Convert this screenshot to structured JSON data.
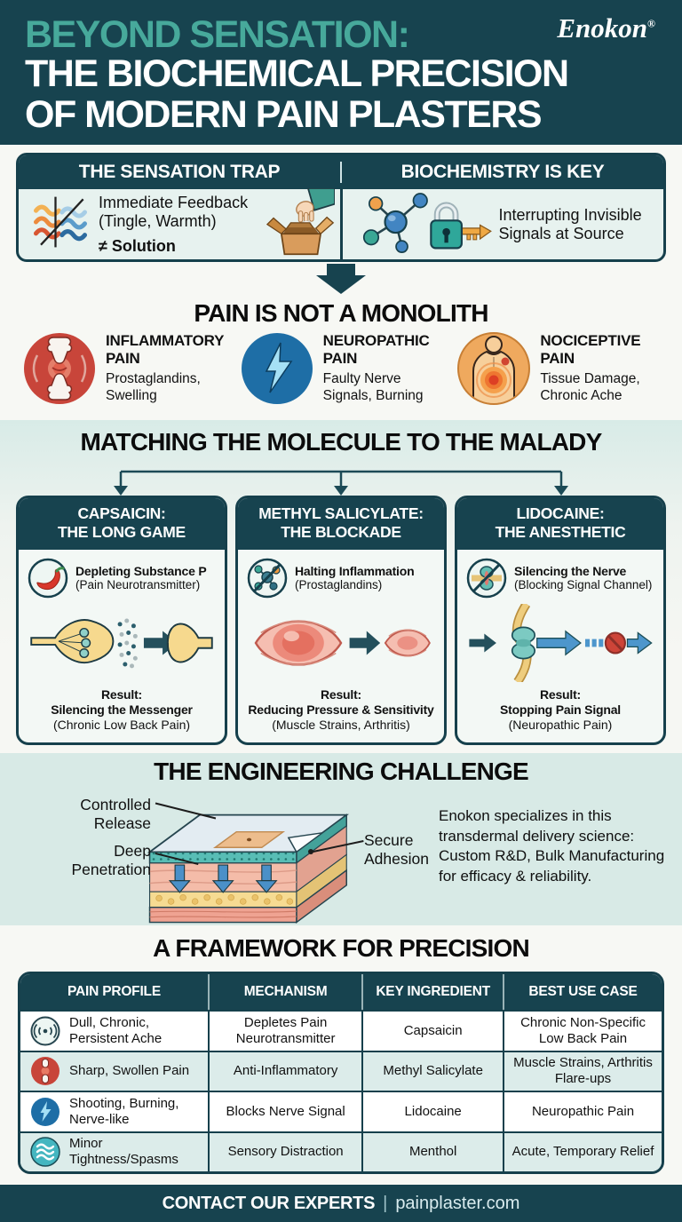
{
  "header": {
    "accent": "BEYOND SENSATION:",
    "line2": "THE BIOCHEMICAL PRECISION",
    "line3": "OF MODERN PAIN PLASTERS",
    "brand": "Enokon",
    "reg": "®"
  },
  "trap": {
    "left_title": "THE SENSATION TRAP",
    "right_title": "BIOCHEMISTRY IS KEY",
    "left_text1": "Immediate Feedback",
    "left_text2": "(Tingle, Warmth)",
    "left_text3": "≠ Solution",
    "right_text1": "Interrupting Invisible",
    "right_text2": "Signals at Source",
    "left_icon": "waves-slash-icon",
    "left_illustration": "hand-box-icon",
    "right_icon": "molecule-lock-key-icon"
  },
  "monolith": {
    "title": "PAIN IS NOT A MONOLITH",
    "items": [
      {
        "icon": "joint-icon",
        "title": "INFLAMMATORY PAIN",
        "sub": "Prostaglandins, Swelling"
      },
      {
        "icon": "lightning-icon",
        "title": "NEUROPATHIC PAIN",
        "sub": "Faulty Nerve Signals, Burning"
      },
      {
        "icon": "body-pain-icon",
        "title": "NOCICEPTIVE PAIN",
        "sub": "Tissue Damage, Chronic Ache"
      }
    ]
  },
  "molecule_section": {
    "title": "MATCHING THE MOLECULE TO THE MALADY",
    "cards": [
      {
        "header1": "CAPSAICIN:",
        "header2": "THE LONG GAME",
        "icon": "chili-pepper-icon",
        "point_bold": "Depleting Substance P",
        "point_sub": "(Pain Neurotransmitter)",
        "illustration": "nerve-terminal-illustration",
        "result_label": "Result:",
        "result_bold": "Silencing the Messenger",
        "result_sub": "(Chronic Low Back Pain)"
      },
      {
        "header1": "METHYL SALICYLATE:",
        "header2": "THE BLOCKADE",
        "icon": "molecule-slash-icon",
        "point_bold": "Halting Inflammation",
        "point_sub": "(Prostaglandins)",
        "illustration": "muscle-swelling-illustration",
        "result_label": "Result:",
        "result_bold": "Reducing Pressure & Sensitivity",
        "result_sub": "(Muscle Strains, Arthritis)"
      },
      {
        "header1": "LIDOCAINE:",
        "header2": "THE ANESTHETIC",
        "icon": "channel-slash-icon",
        "point_bold": "Silencing the Nerve",
        "point_sub": "(Blocking Signal Channel)",
        "illustration": "signal-block-illustration",
        "result_label": "Result:",
        "result_bold": "Stopping Pain Signal",
        "result_sub": "(Neuropathic Pain)"
      }
    ]
  },
  "engineering": {
    "title": "THE ENGINEERING CHALLENGE",
    "label_controlled": "Controlled Release",
    "label_deep": "Deep Penetration",
    "label_adhesion": "Secure Adhesion",
    "paragraph": "Enokon specializes in this transdermal delivery science: Custom R&D, Bulk Manufacturing for efficacy & reliability.",
    "diagram": "skin-layers-diagram"
  },
  "framework": {
    "title": "A FRAMEWORK FOR PRECISION",
    "columns": [
      "PAIN PROFILE",
      "MECHANISM",
      "KEY INGREDIENT",
      "BEST USE CASE"
    ],
    "rows": [
      {
        "icon": "pulse-waves-icon",
        "profile": "Dull, Chronic, Persistent Ache",
        "mechanism": "Depletes Pain Neurotransmitter",
        "ingredient": "Capsaicin",
        "use_case": "Chronic Non-Specific Low Back Pain"
      },
      {
        "icon": "joint-icon",
        "profile": "Sharp, Swollen Pain",
        "mechanism": "Anti-Inflammatory",
        "ingredient": "Methyl Salicylate",
        "use_case": "Muscle Strains, Arthritis Flare-ups"
      },
      {
        "icon": "lightning-icon",
        "profile": "Shooting, Burning, Nerve-like",
        "mechanism": "Blocks Nerve Signal",
        "ingredient": "Lidocaine",
        "use_case": "Neuropathic Pain"
      },
      {
        "icon": "menthol-waves-icon",
        "profile": "Minor Tightness/Spasms",
        "mechanism": "Sensory Distraction",
        "ingredient": "Menthol",
        "use_case": "Acute, Temporary Relief"
      }
    ]
  },
  "footer": {
    "cta": "CONTACT OUR EXPERTS",
    "divider": "|",
    "site": "painplaster.com"
  },
  "colors": {
    "dark_teal": "#17434f",
    "accent_teal": "#47a99b",
    "panel_light": "#e7f2ef",
    "band_cyan": "#d8eae6",
    "table_alt_row": "#dcecea",
    "inflammatory_red": "#c8453a",
    "neuropathic_blue": "#1e6ea6",
    "nociceptive_tan": "#efa95e"
  }
}
